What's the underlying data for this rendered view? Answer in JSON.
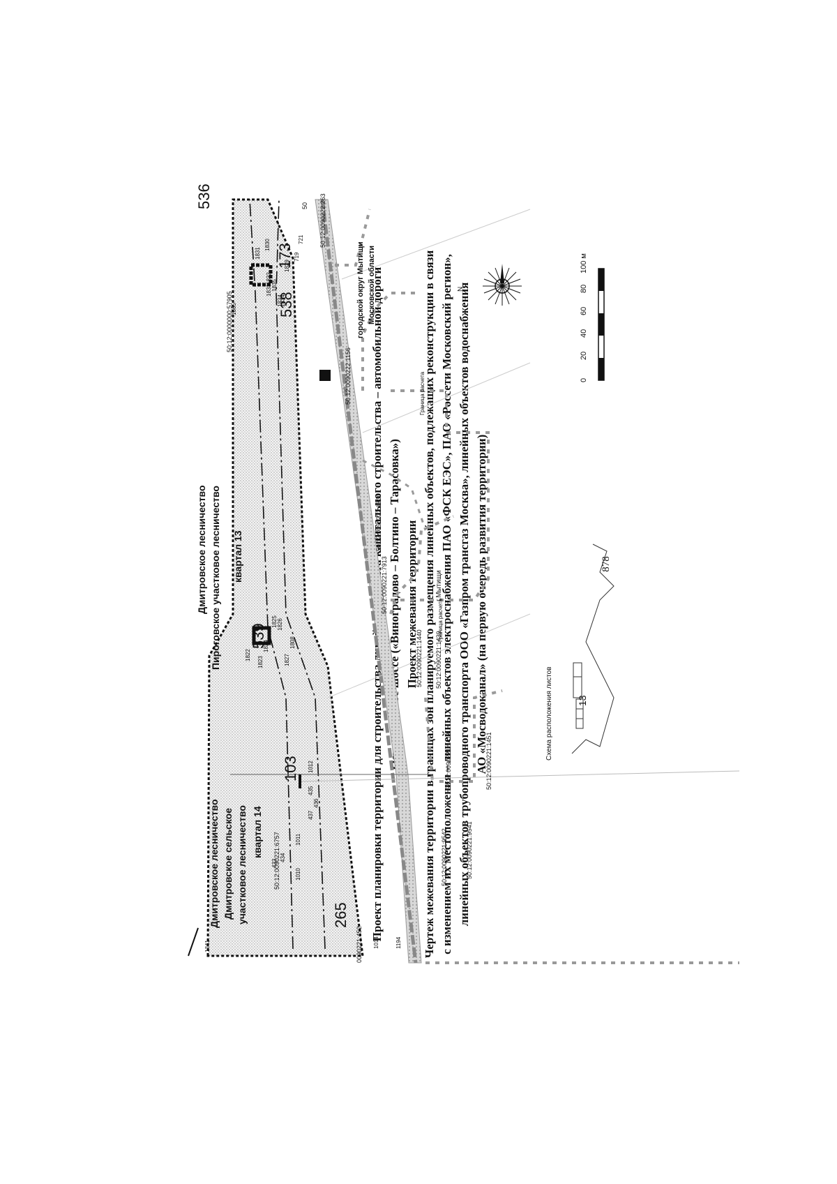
{
  "page_number": "878",
  "title_lines": [
    "Проект планировки территории для строительства линейного объекта капитального строительства – автомобильной дороги",
    "Осташковское шоссе («Виноградово – Болтино – Тарасовка»)",
    "Проект межевания территории",
    "Чертеж межевания территории в границах зон планируемого размещения линейных объектов, подлежащих реконструкции в связи",
    "с изменением их местоположения – линейных объектов электроснабжения ПАО «ФСК ЕЭС», ПАО «Россети Московский регион»,",
    "линейных объектов трубопроводного транспорта ООО «Газпром трансгаз Москва», линейных объектов водоснабжения",
    "АО «Мосводоканал» (на первую очередь развития территории)"
  ],
  "map_labels": {
    "forestry_1": "Дмитровское лесничество",
    "forestry_2": "Дмитровское сельское",
    "forestry_3": "участковое лесничество",
    "quarter_14": "квартал 14",
    "forestry_4": "Дмитровское лесничество",
    "forestry_5": "Пироговское  участковое лесничество",
    "quarter_13": "квартал 13",
    "okrug_1": "городской округ Мытищи",
    "okrug_2": "Московской области",
    "city": "г.Мытищи",
    "border_1": "Граница расчета",
    "border_2": "Граница расчета",
    "scheme_title": "Схема расположения листов",
    "north": "N"
  },
  "zone_numbers": [
    "265",
    "103",
    "539",
    "538",
    "173",
    "536"
  ],
  "point_numbers": [
    "1341",
    "1010",
    "1011",
    "433",
    "434",
    "437",
    "435",
    "436",
    "1012",
    "1014",
    "1194",
    "1822",
    "1823",
    "1824",
    "1825",
    "1826",
    "1827",
    "1808",
    "1830",
    "1831",
    "1832",
    "1833",
    "1834",
    "1835",
    "1829",
    "719",
    "721",
    "1865",
    "1834"
  ],
  "cadastral_labels": [
    "0090221:452",
    "50:12:0090221:6757",
    "50:12:0090221:9542",
    "50:12:0090221:9541",
    "50:12:0090221:1419",
    "50:12:0090221:1451",
    "50:12:0090221:1439",
    "50:12:0090221:1440",
    "50:12:0090221:7913",
    "50:12:0090222:1700",
    "50:12:0090222:1156",
    "50:12:0000000:57905",
    "50:12:0090222:263",
    "50"
  ],
  "scale_bar": {
    "ticks": [
      "0",
      "20",
      "40",
      "60",
      "80",
      "100 м"
    ]
  },
  "scheme_sheets": [
    "13"
  ]
}
